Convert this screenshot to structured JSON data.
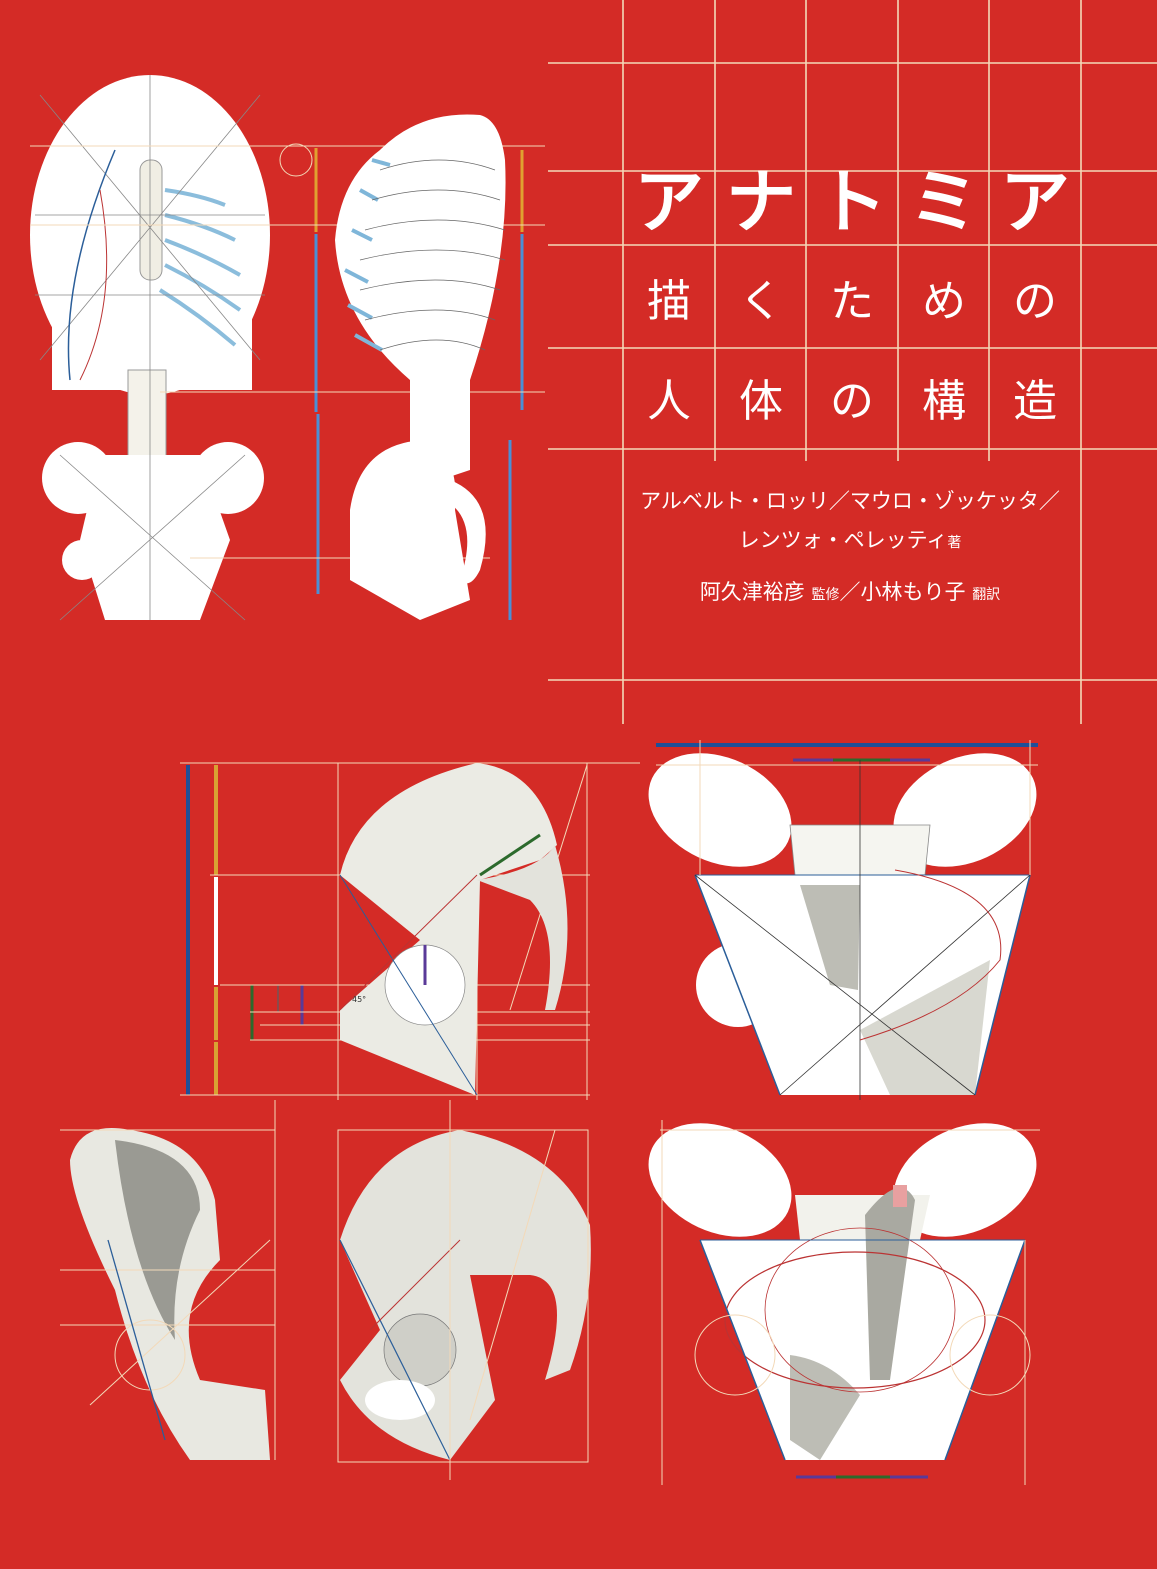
{
  "cover": {
    "background_color": "#D42B26",
    "grid_color": "#F3D9B8",
    "title": {
      "main": [
        "ア",
        "ナ",
        "ト",
        "ミ",
        "ア"
      ],
      "subtitle_line1": [
        "描",
        "く",
        "た",
        "め",
        "の"
      ],
      "subtitle_line2": [
        "人",
        "体",
        "の",
        "構",
        "造"
      ]
    },
    "credits": {
      "authors_line1": "アルベルト・ロッリ／マウロ・ゾッケッタ／",
      "authors_line2": "レンツォ・ペレッティ",
      "authors_role": "著",
      "supervisor": "阿久津裕彦",
      "supervisor_role": "監修",
      "separator": "／",
      "translator": "小林もり子",
      "translator_role": "翻訳"
    },
    "illustrations": {
      "angle_annotation": "45°",
      "items": [
        "thorax-front-view",
        "thorax-side-view",
        "pelvis-side-construction",
        "pelvis-front-construction",
        "pelvis-oblique-view",
        "pelvis-lateral-view",
        "pelvis-front-detailed"
      ]
    }
  }
}
